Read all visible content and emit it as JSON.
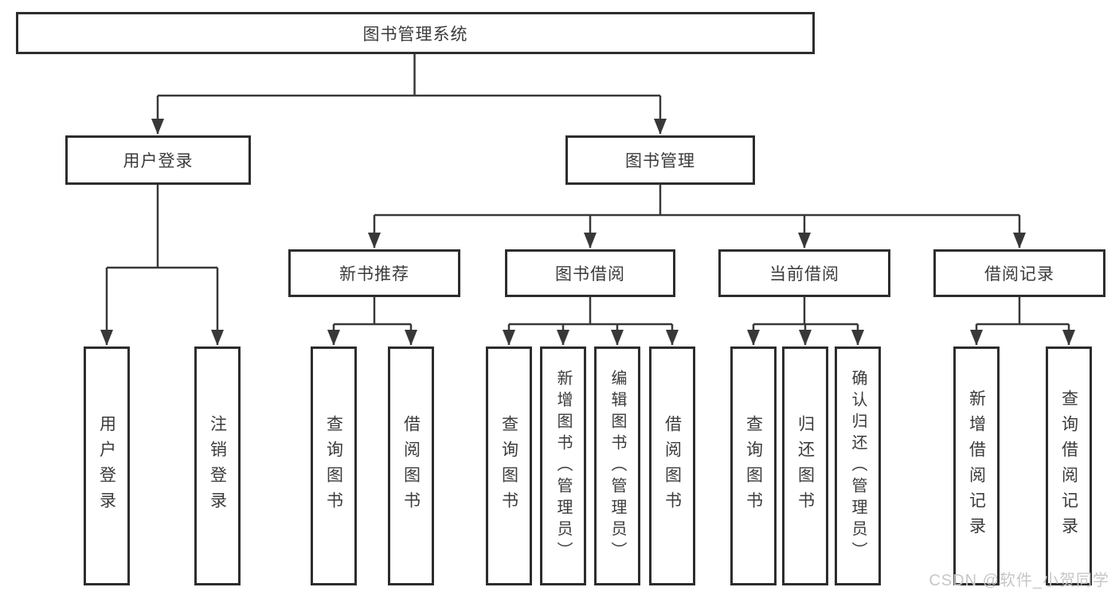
{
  "nodes": {
    "root": {
      "label": "图书管理系统"
    },
    "branches": [
      {
        "label": "用户登录",
        "children": [
          {
            "label": "用户登录"
          },
          {
            "label": "注销登录"
          }
        ]
      },
      {
        "label": "图书管理",
        "children": [
          {
            "label": "新书推荐",
            "children": [
              {
                "label": "查询图书"
              },
              {
                "label": "借阅图书"
              }
            ]
          },
          {
            "label": "图书借阅",
            "children": [
              {
                "label": "查询图书"
              },
              {
                "label": "新增图书（管理员）"
              },
              {
                "label": "编辑图书（管理员）"
              },
              {
                "label": "借阅图书"
              }
            ]
          },
          {
            "label": "当前借阅",
            "children": [
              {
                "label": "查询图书"
              },
              {
                "label": "归还图书"
              },
              {
                "label": "确认归还（管理员）"
              }
            ]
          },
          {
            "label": "借阅记录",
            "children": [
              {
                "label": "新增借阅记录"
              },
              {
                "label": "查询借阅记录"
              }
            ]
          }
        ]
      }
    ]
  },
  "watermark": {
    "text": "CSDN @软件_小贺同学"
  },
  "colors": {
    "line": "#383838",
    "box_border": "#2d2d2d",
    "text": "#3b3b3b",
    "watermark": "#c7c7c7",
    "background": "#ffffff"
  }
}
